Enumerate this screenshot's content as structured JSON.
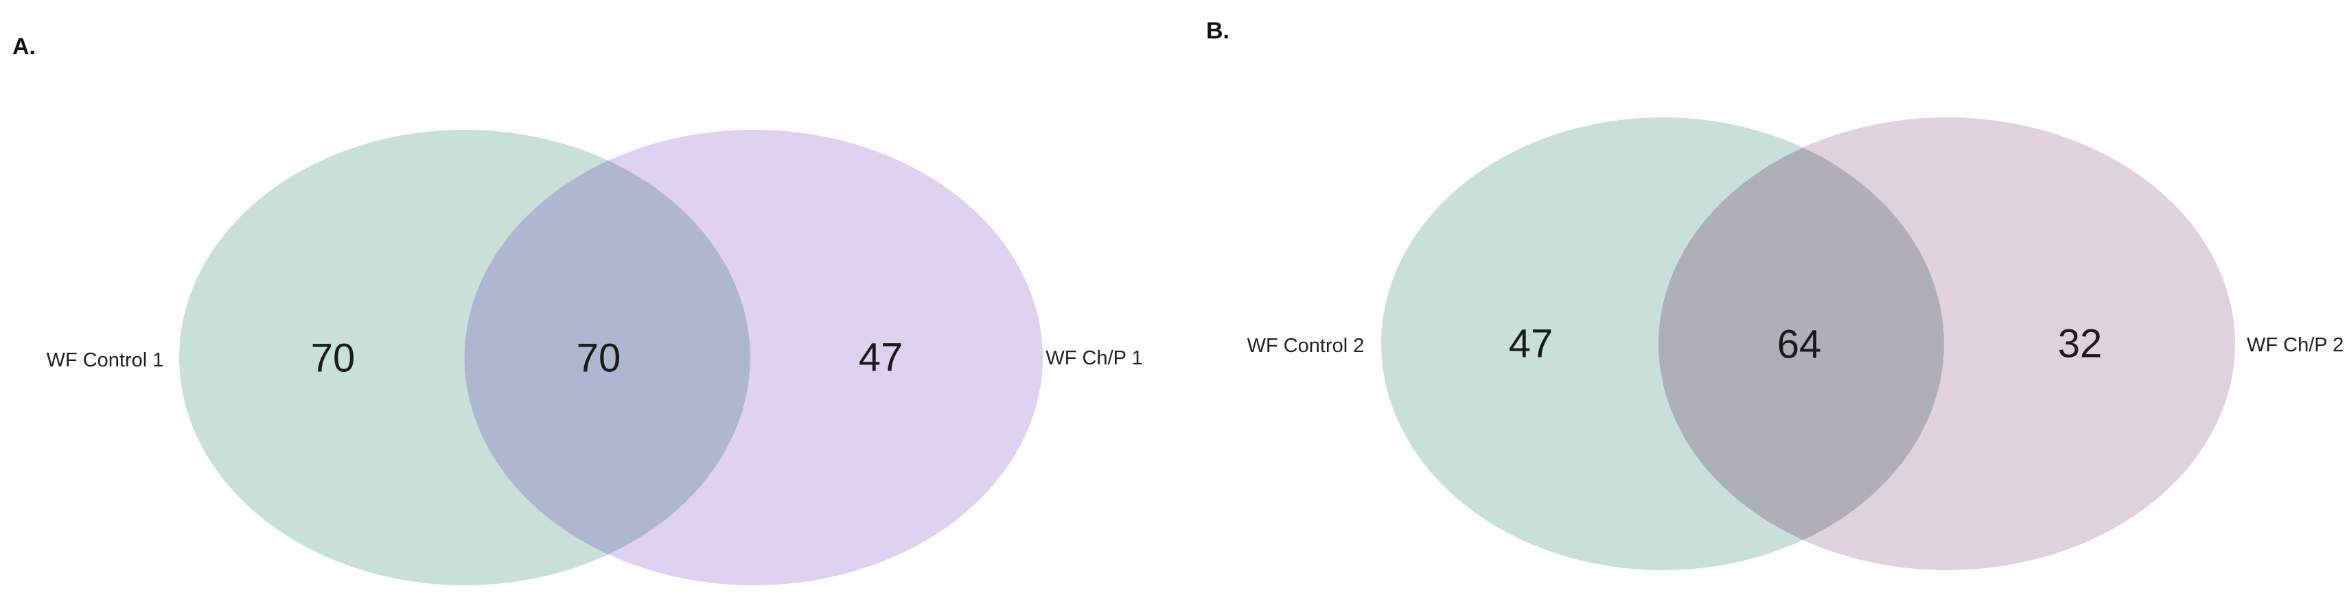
{
  "panels": [
    {
      "label": "A.",
      "left": {
        "name": "WF Control 1",
        "count": 70
      },
      "overlap": {
        "count": 70
      },
      "right": {
        "name": "WF Ch/P 1",
        "count": 47
      },
      "colors": {
        "left": "#c9e0d8",
        "right": "#ded2f0",
        "overlap": "#aeb6d0"
      }
    },
    {
      "label": "B.",
      "left": {
        "name": "WF Control 2",
        "count": 47
      },
      "overlap": {
        "count": 64
      },
      "right": {
        "name": "WF Ch/P 2",
        "count": 32
      },
      "colors": {
        "left": "#c9e0d8",
        "right": "#e0d2dd",
        "overlap": "#aeafb9"
      }
    }
  ],
  "chart_data": [
    {
      "type": "venn",
      "panel": "A.",
      "sets": [
        {
          "label": "WF Control 1",
          "unique": 70
        },
        {
          "label": "WF Ch/P 1",
          "unique": 47
        }
      ],
      "intersection": 70,
      "colors": {
        "left_fill": "#c9e0d8",
        "right_fill": "#ded2f0",
        "overlap_fill": "#aeb6d0"
      },
      "text_color": "#1a1a1a"
    },
    {
      "type": "venn",
      "panel": "B.",
      "sets": [
        {
          "label": "WF Control 2",
          "unique": 47
        },
        {
          "label": "WF Ch/P 2",
          "unique": 32
        }
      ],
      "intersection": 64,
      "colors": {
        "left_fill": "#c9e0d8",
        "right_fill": "#e0d2dd",
        "overlap_fill": "#aeafb9"
      },
      "text_color": "#1a1a1a"
    }
  ]
}
